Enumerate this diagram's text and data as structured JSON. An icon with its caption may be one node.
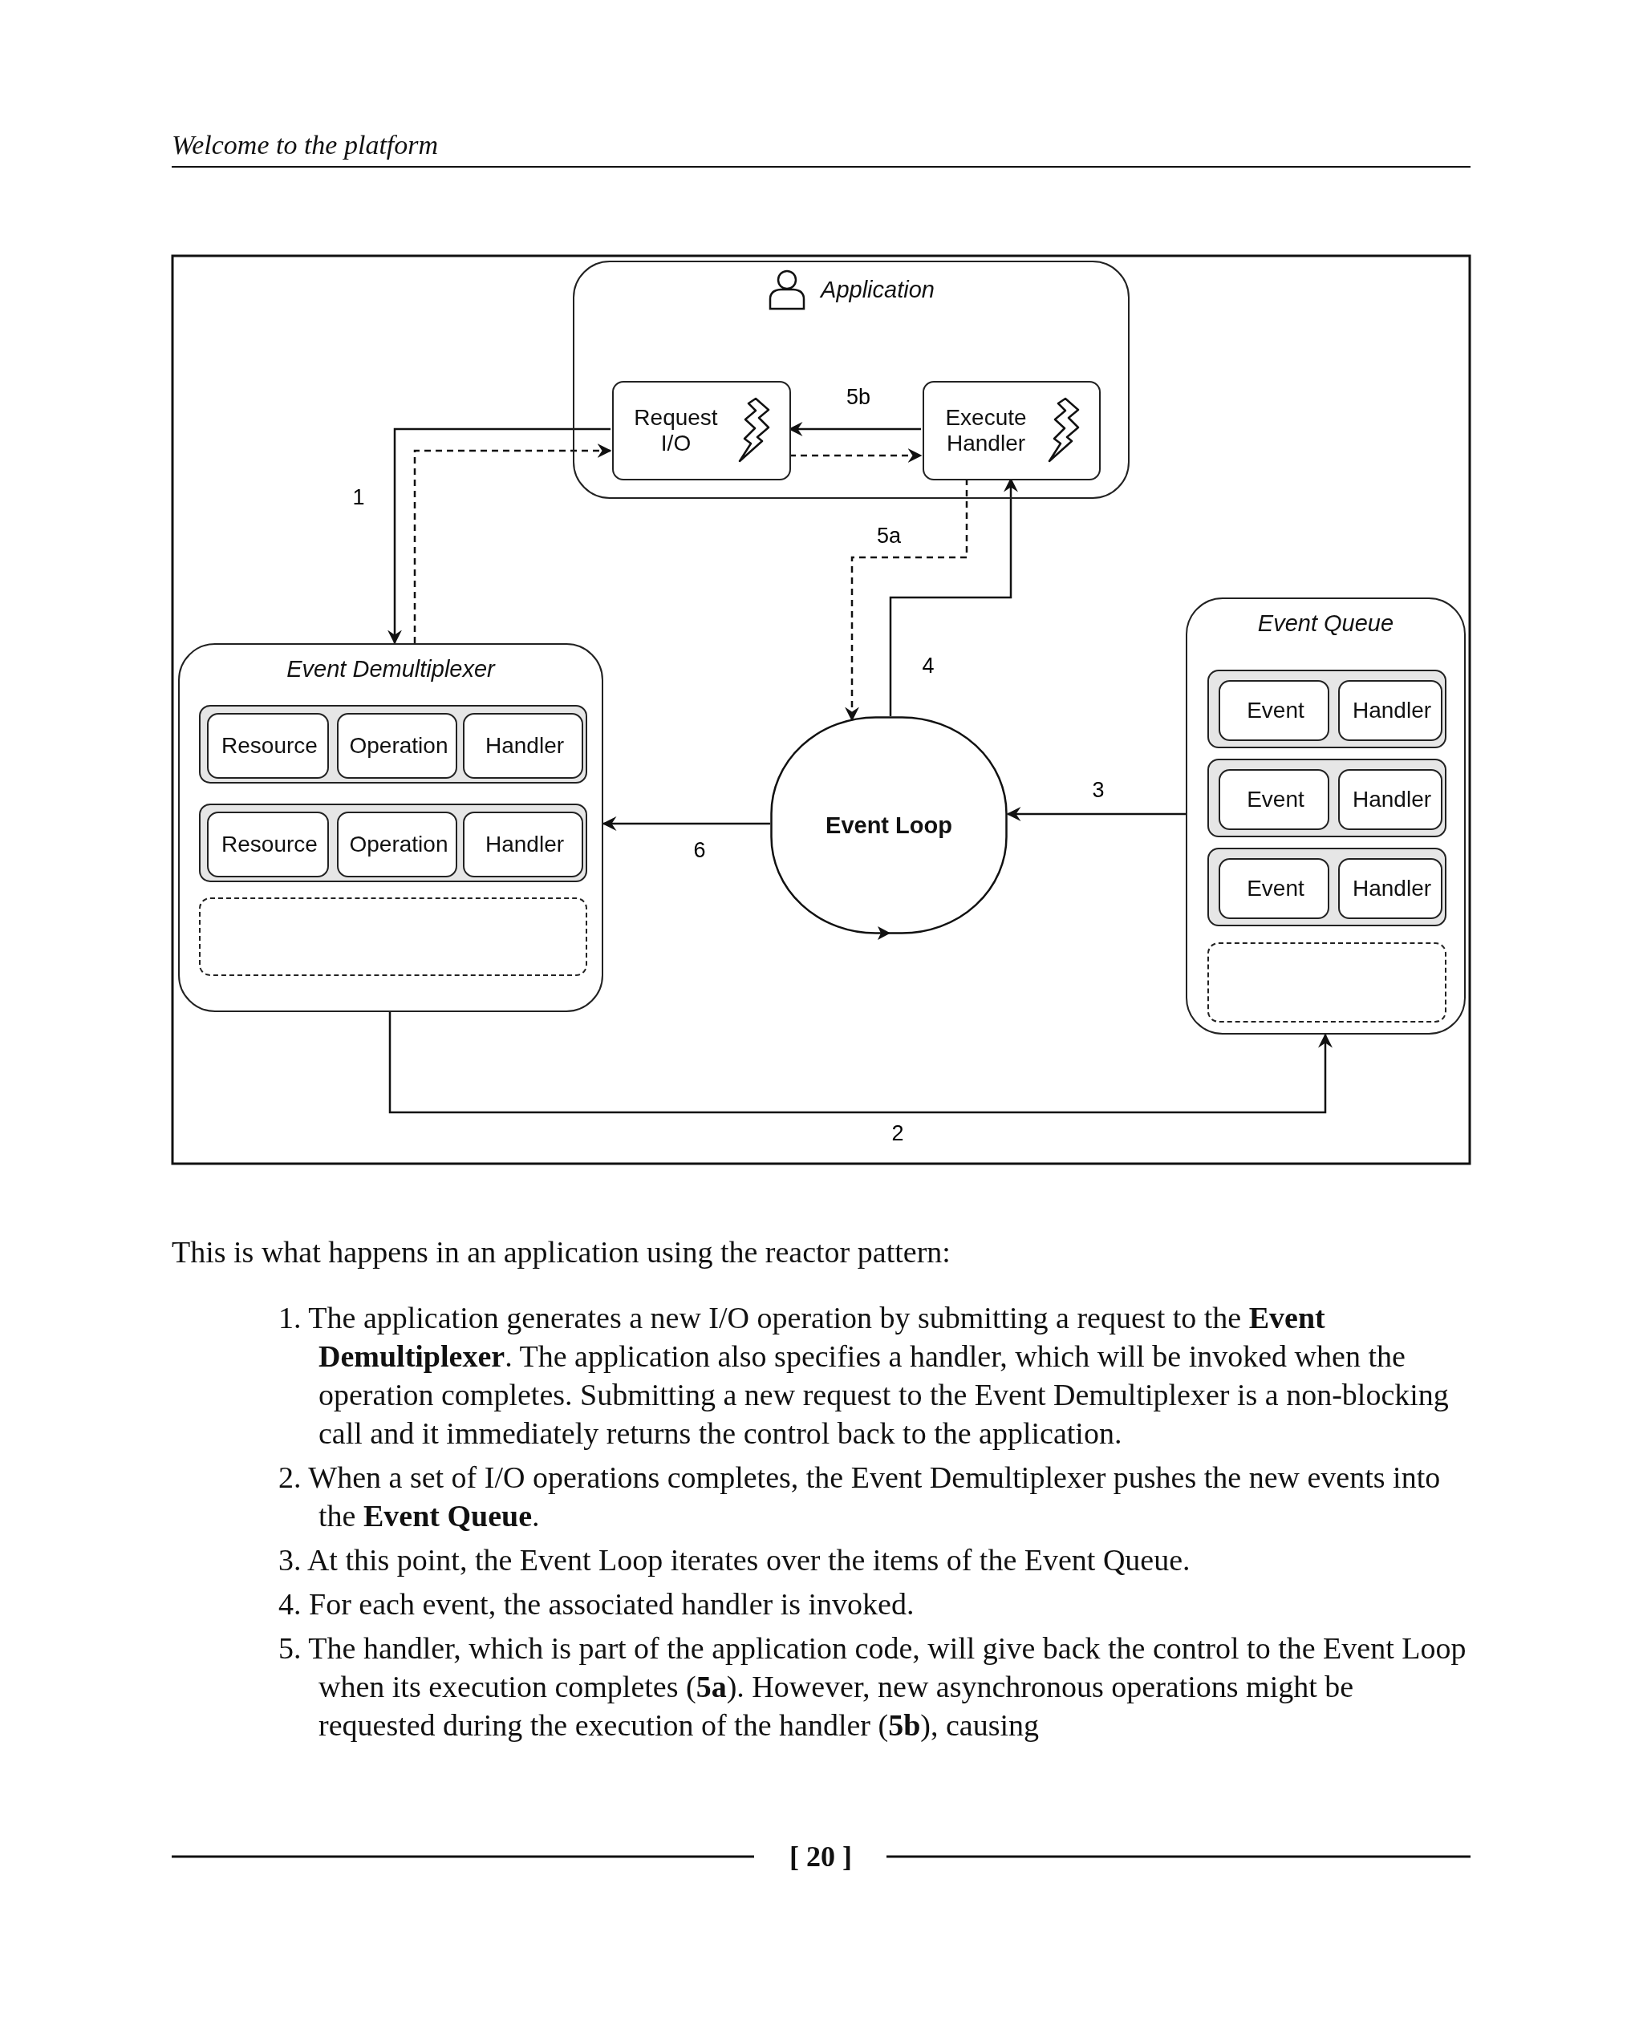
{
  "diagram": {
    "nodes": [
      {
        "text": [
          "Application"
        ]
      },
      {
        "text": [
          "Request I/O"
        ],
        "in": 0
      },
      {
        "text": [
          "Execute Handler"
        ],
        "in": 0
      },
      {
        "text": [
          "Event Demultiplexer"
        ]
      },
      {
        "text": [],
        "shape": "box",
        "in": 3
      },
      {
        "text": [
          "Resource"
        ],
        "in": 4
      },
      {
        "text": [
          "Operation"
        ],
        "in": 4
      },
      {
        "text": [
          "Handler"
        ],
        "in": 4
      },
      {
        "text": [],
        "shape": "box",
        "in": 3
      },
      {
        "text": [
          "Resource"
        ],
        "in": 8
      },
      {
        "text": [
          "Operation"
        ],
        "in": 8
      },
      {
        "text": [
          "Handler"
        ],
        "in": 8
      },
      {
        "text": [],
        "shape": "box",
        "in": 3
      },
      {
        "text": [
          "Event Loop"
        ]
      },
      {
        "text": [
          "Event Queue"
        ]
      },
      {
        "text": [],
        "shape": "box",
        "in": 14
      },
      {
        "text": [
          "Event"
        ],
        "in": 15
      },
      {
        "text": [
          "Handler"
        ],
        "in": 15
      },
      {
        "text": [],
        "shape": "box",
        "in": 14
      },
      {
        "text": [
          "Event"
        ],
        "in": 18
      },
      {
        "text": [
          "Handler"
        ],
        "in": 18
      },
      {
        "text": [],
        "shape": "box",
        "in": 14
      },
      {
        "text": [
          "Event"
        ],
        "in": 21
      },
      {
        "text": [
          "Handler"
        ],
        "in": 21
      },
      {
        "text": [],
        "shape": "box",
        "in": 14
      }
    ],
    "edges": [
      {
        "from": 1,
        "to": 3,
        "arrow": "to",
        "label": "1"
      },
      {
        "from": 3,
        "to": 1,
        "arrow": "to",
        "style": "dashed"
      },
      {
        "from": 2,
        "to": 1,
        "arrow": "to",
        "label": "5b"
      },
      {
        "from": 1,
        "to": 2,
        "arrow": "to",
        "style": "dashed"
      },
      {
        "from": 2,
        "to": 13,
        "arrow": "to",
        "style": "dashed",
        "label": "5a"
      },
      {
        "from": 13,
        "to": 2,
        "arrow": "to",
        "label": "4"
      },
      {
        "from": 14,
        "to": 13,
        "arrow": "to",
        "label": "3"
      },
      {
        "from": 13,
        "to": 3,
        "arrow": "to",
        "label": "6"
      },
      {
        "from": 3,
        "to": 14,
        "arrow": "to",
        "label": "2"
      }
    ],
    "labels": [
      "Welcome to the platform",
      "This is what happens in an application using the reactor pattern:",
      "1. The application generates a new I/O operation by submitting a request to the **Event Demultiplexer**. The application also specifies a handler, which will be invoked when the operation completes. Submitting a new request to the Event Demultiplexer is a non-blocking call and it immediately returns the control back to the application.",
      "2. When a set of I/O operations completes, the Event Demultiplexer pushes the new events into the **Event Queue**.",
      "3. At this point, the Event Loop iterates over the items of the Event Queue.",
      "4. For each event, the associated handler is invoked.",
      "5. The handler, which is part of the application code, will give back the control to the Event Loop when its execution completes (**5a**). However, new asynchronous operations might be requested during the execution of the handler (**5b**), causing",
      "[ 20 ]"
    ]
  }
}
